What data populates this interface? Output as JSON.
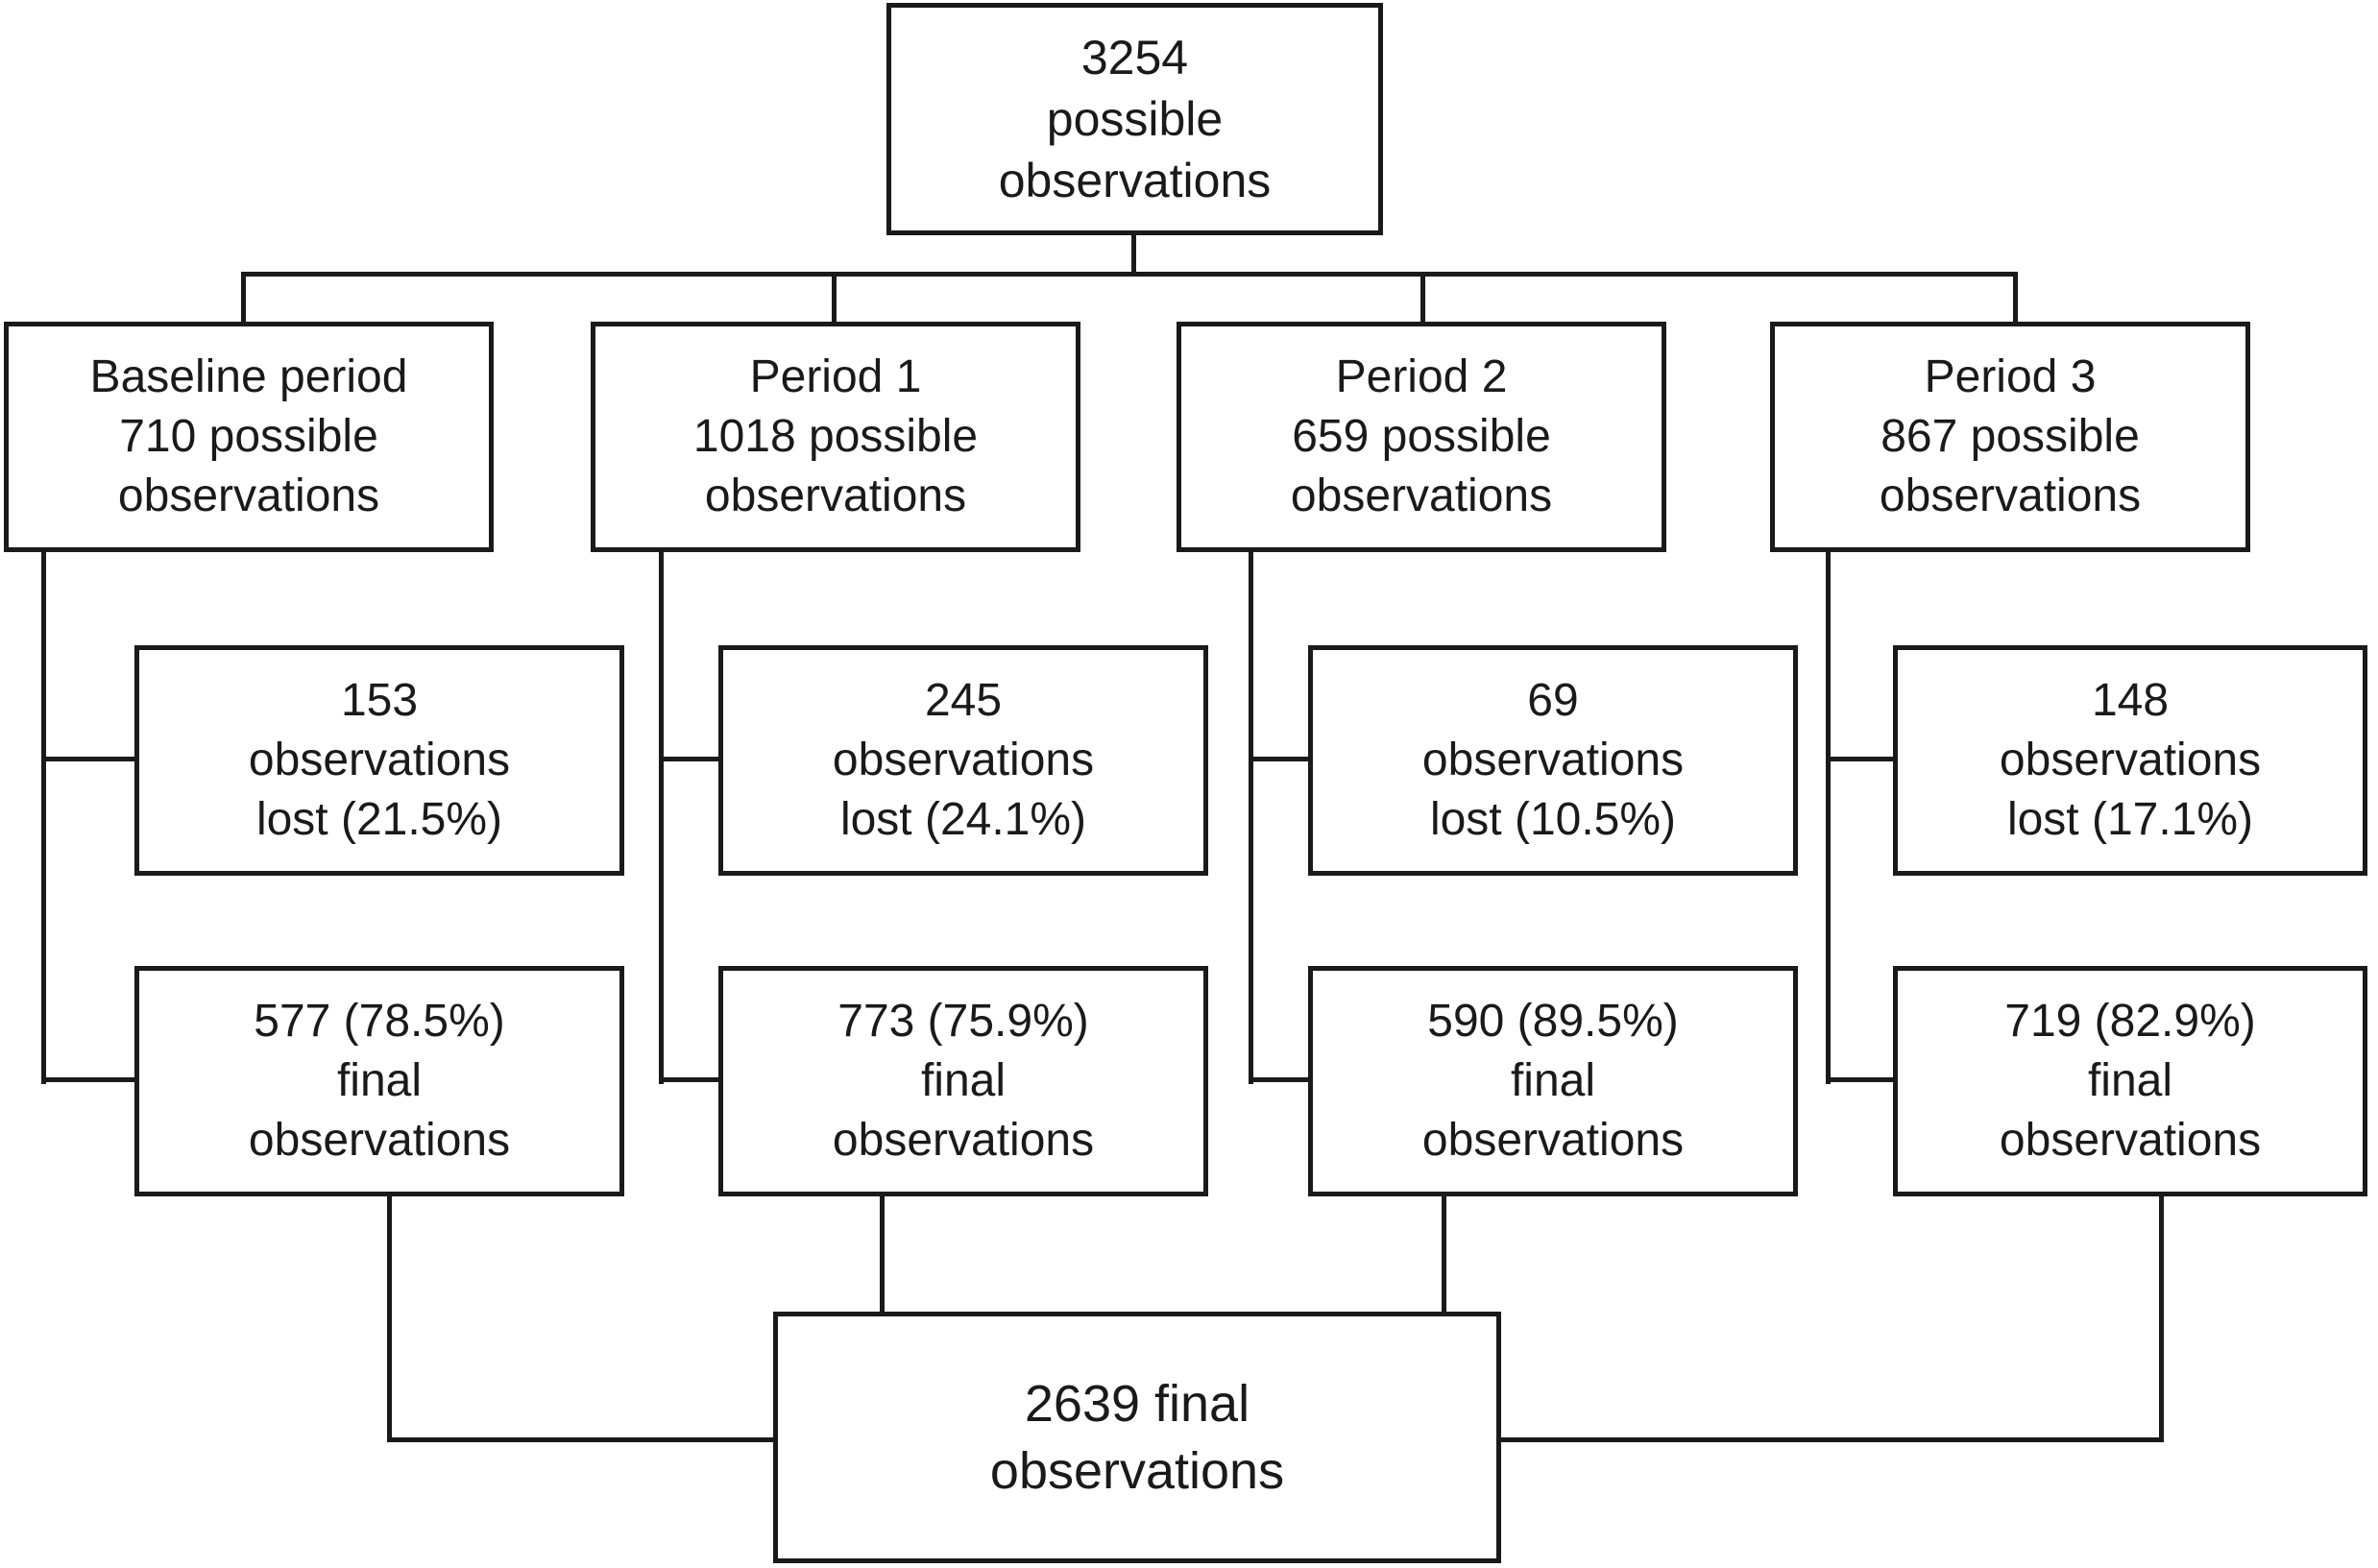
{
  "diagram": {
    "root_box": {
      "line1": "3254",
      "line2": "possible",
      "line3": "observations"
    },
    "periods": [
      {
        "title": "Baseline period",
        "possible": {
          "line1": "710 possible",
          "line2": "observations"
        },
        "lost": {
          "line1": "153",
          "line2": "observations",
          "line3": "lost (21.5%)"
        },
        "final": {
          "line1": "577 (78.5%)",
          "line2": "final",
          "line3": "observations"
        }
      },
      {
        "title": "Period 1",
        "possible": {
          "line1": "1018 possible",
          "line2": "observations"
        },
        "lost": {
          "line1": "245",
          "line2": "observations",
          "line3": "lost (24.1%)"
        },
        "final": {
          "line1": "773 (75.9%)",
          "line2": "final",
          "line3": "observations"
        }
      },
      {
        "title": "Period 2",
        "possible": {
          "line1": "659 possible",
          "line2": "observations"
        },
        "lost": {
          "line1": "69",
          "line2": "observations",
          "line3": "lost (10.5%)"
        },
        "final": {
          "line1": "590 (89.5%)",
          "line2": "final",
          "line3": "observations"
        }
      },
      {
        "title": "Period 3",
        "possible": {
          "line1": "867 possible",
          "line2": "observations"
        },
        "lost": {
          "line1": "148",
          "line2": "observations",
          "line3": "lost (17.1%)"
        },
        "final": {
          "line1": "719 (82.9%)",
          "line2": "final",
          "line3": "observations"
        }
      }
    ],
    "total_box": {
      "line1": "2639 final",
      "line2": "observations"
    },
    "colors": {
      "line": "#1a1a1a",
      "text": "#1a1a1a",
      "background": "#ffffff"
    }
  }
}
